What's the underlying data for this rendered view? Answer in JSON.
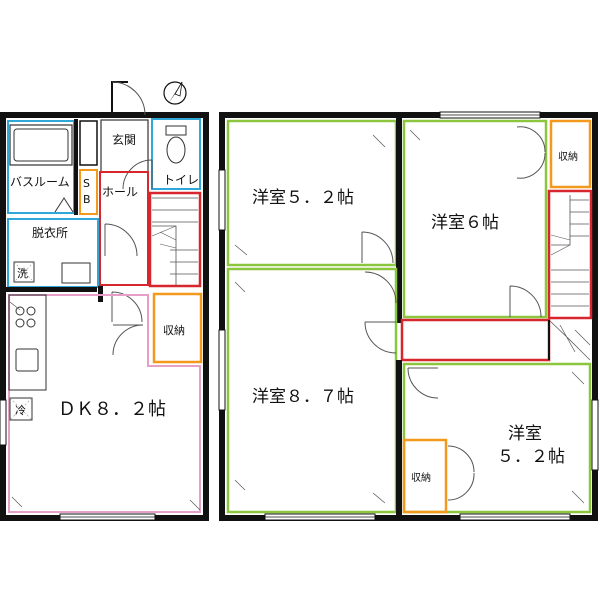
{
  "rooms": {
    "bathroom": "バスルーム",
    "sb": [
      "S",
      "B"
    ],
    "entrance": "玄関",
    "toilet": "トイレ",
    "hall": "ホール",
    "dressing": "脱衣所",
    "washer": "洗",
    "dk": "ＤＫ８．２帖",
    "fridge": "冷",
    "storage_dk": "収納",
    "western_52_top": "洋室５．２帖",
    "western_6": "洋室６帖",
    "storage_6": "収納",
    "western_87": "洋室８．７帖",
    "western_52_br_line1": "洋室",
    "western_52_br_line2": "５．２帖",
    "storage_br": "収納"
  },
  "colors": {
    "wall": "#111111",
    "bath_cyan": "#2fa8d8",
    "dk_pink": "#e6a0c8",
    "room_green": "#8cc63f",
    "stair_red": "#d7262d",
    "storage_orange": "#f39a1e"
  },
  "icons": [
    "compass-north-icon",
    "stove-burner-icon",
    "sink-icon",
    "washer-icon",
    "fridge-icon",
    "toilet-icon",
    "bathtub-icon"
  ]
}
